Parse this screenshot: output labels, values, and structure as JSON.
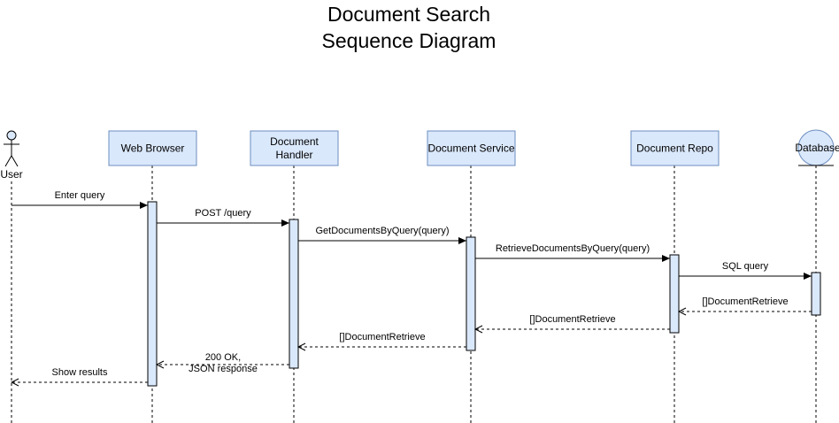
{
  "diagram": {
    "title_lines": [
      "Document Search",
      "Sequence Diagram"
    ],
    "colors": {
      "participant_fill": "#dae8fc",
      "participant_stroke": "#6c8ebf",
      "actor_fill": "#dae8fc",
      "line": "#000000"
    },
    "participants": [
      {
        "id": "user",
        "kind": "actor",
        "label_lines": [
          "User"
        ],
        "icon": "stick-figure-icon"
      },
      {
        "id": "browser",
        "kind": "box",
        "label_lines": [
          "Web Browser"
        ]
      },
      {
        "id": "handler",
        "kind": "box",
        "label_lines": [
          "Document",
          "Handler"
        ]
      },
      {
        "id": "service",
        "kind": "box",
        "label_lines": [
          "Document Service"
        ]
      },
      {
        "id": "repo",
        "kind": "box",
        "label_lines": [
          "Document Repo"
        ]
      },
      {
        "id": "database",
        "kind": "entity",
        "label_lines": [
          "Database"
        ],
        "icon": "database-entity-icon"
      }
    ],
    "messages": [
      {
        "from": "user",
        "to": "browser",
        "type": "sync",
        "label_lines": [
          "Enter query"
        ]
      },
      {
        "from": "browser",
        "to": "handler",
        "type": "sync",
        "label_lines": [
          "POST /query"
        ]
      },
      {
        "from": "handler",
        "to": "service",
        "type": "sync",
        "label_lines": [
          "GetDocumentsByQuery(query)"
        ]
      },
      {
        "from": "service",
        "to": "repo",
        "type": "sync",
        "label_lines": [
          "RetrieveDocumentsByQuery(query)"
        ]
      },
      {
        "from": "repo",
        "to": "database",
        "type": "sync",
        "label_lines": [
          "SQL query"
        ]
      },
      {
        "from": "database",
        "to": "repo",
        "type": "return",
        "label_lines": [
          "[]DocumentRetrieve"
        ]
      },
      {
        "from": "repo",
        "to": "service",
        "type": "return",
        "label_lines": [
          "[]DocumentRetrieve"
        ]
      },
      {
        "from": "service",
        "to": "handler",
        "type": "return",
        "label_lines": [
          "[]DocumentRetrieve"
        ]
      },
      {
        "from": "handler",
        "to": "browser",
        "type": "return",
        "label_lines": [
          "200 OK,",
          "JSON response"
        ]
      },
      {
        "from": "browser",
        "to": "user",
        "type": "return",
        "label_lines": [
          "Show results"
        ]
      }
    ]
  }
}
